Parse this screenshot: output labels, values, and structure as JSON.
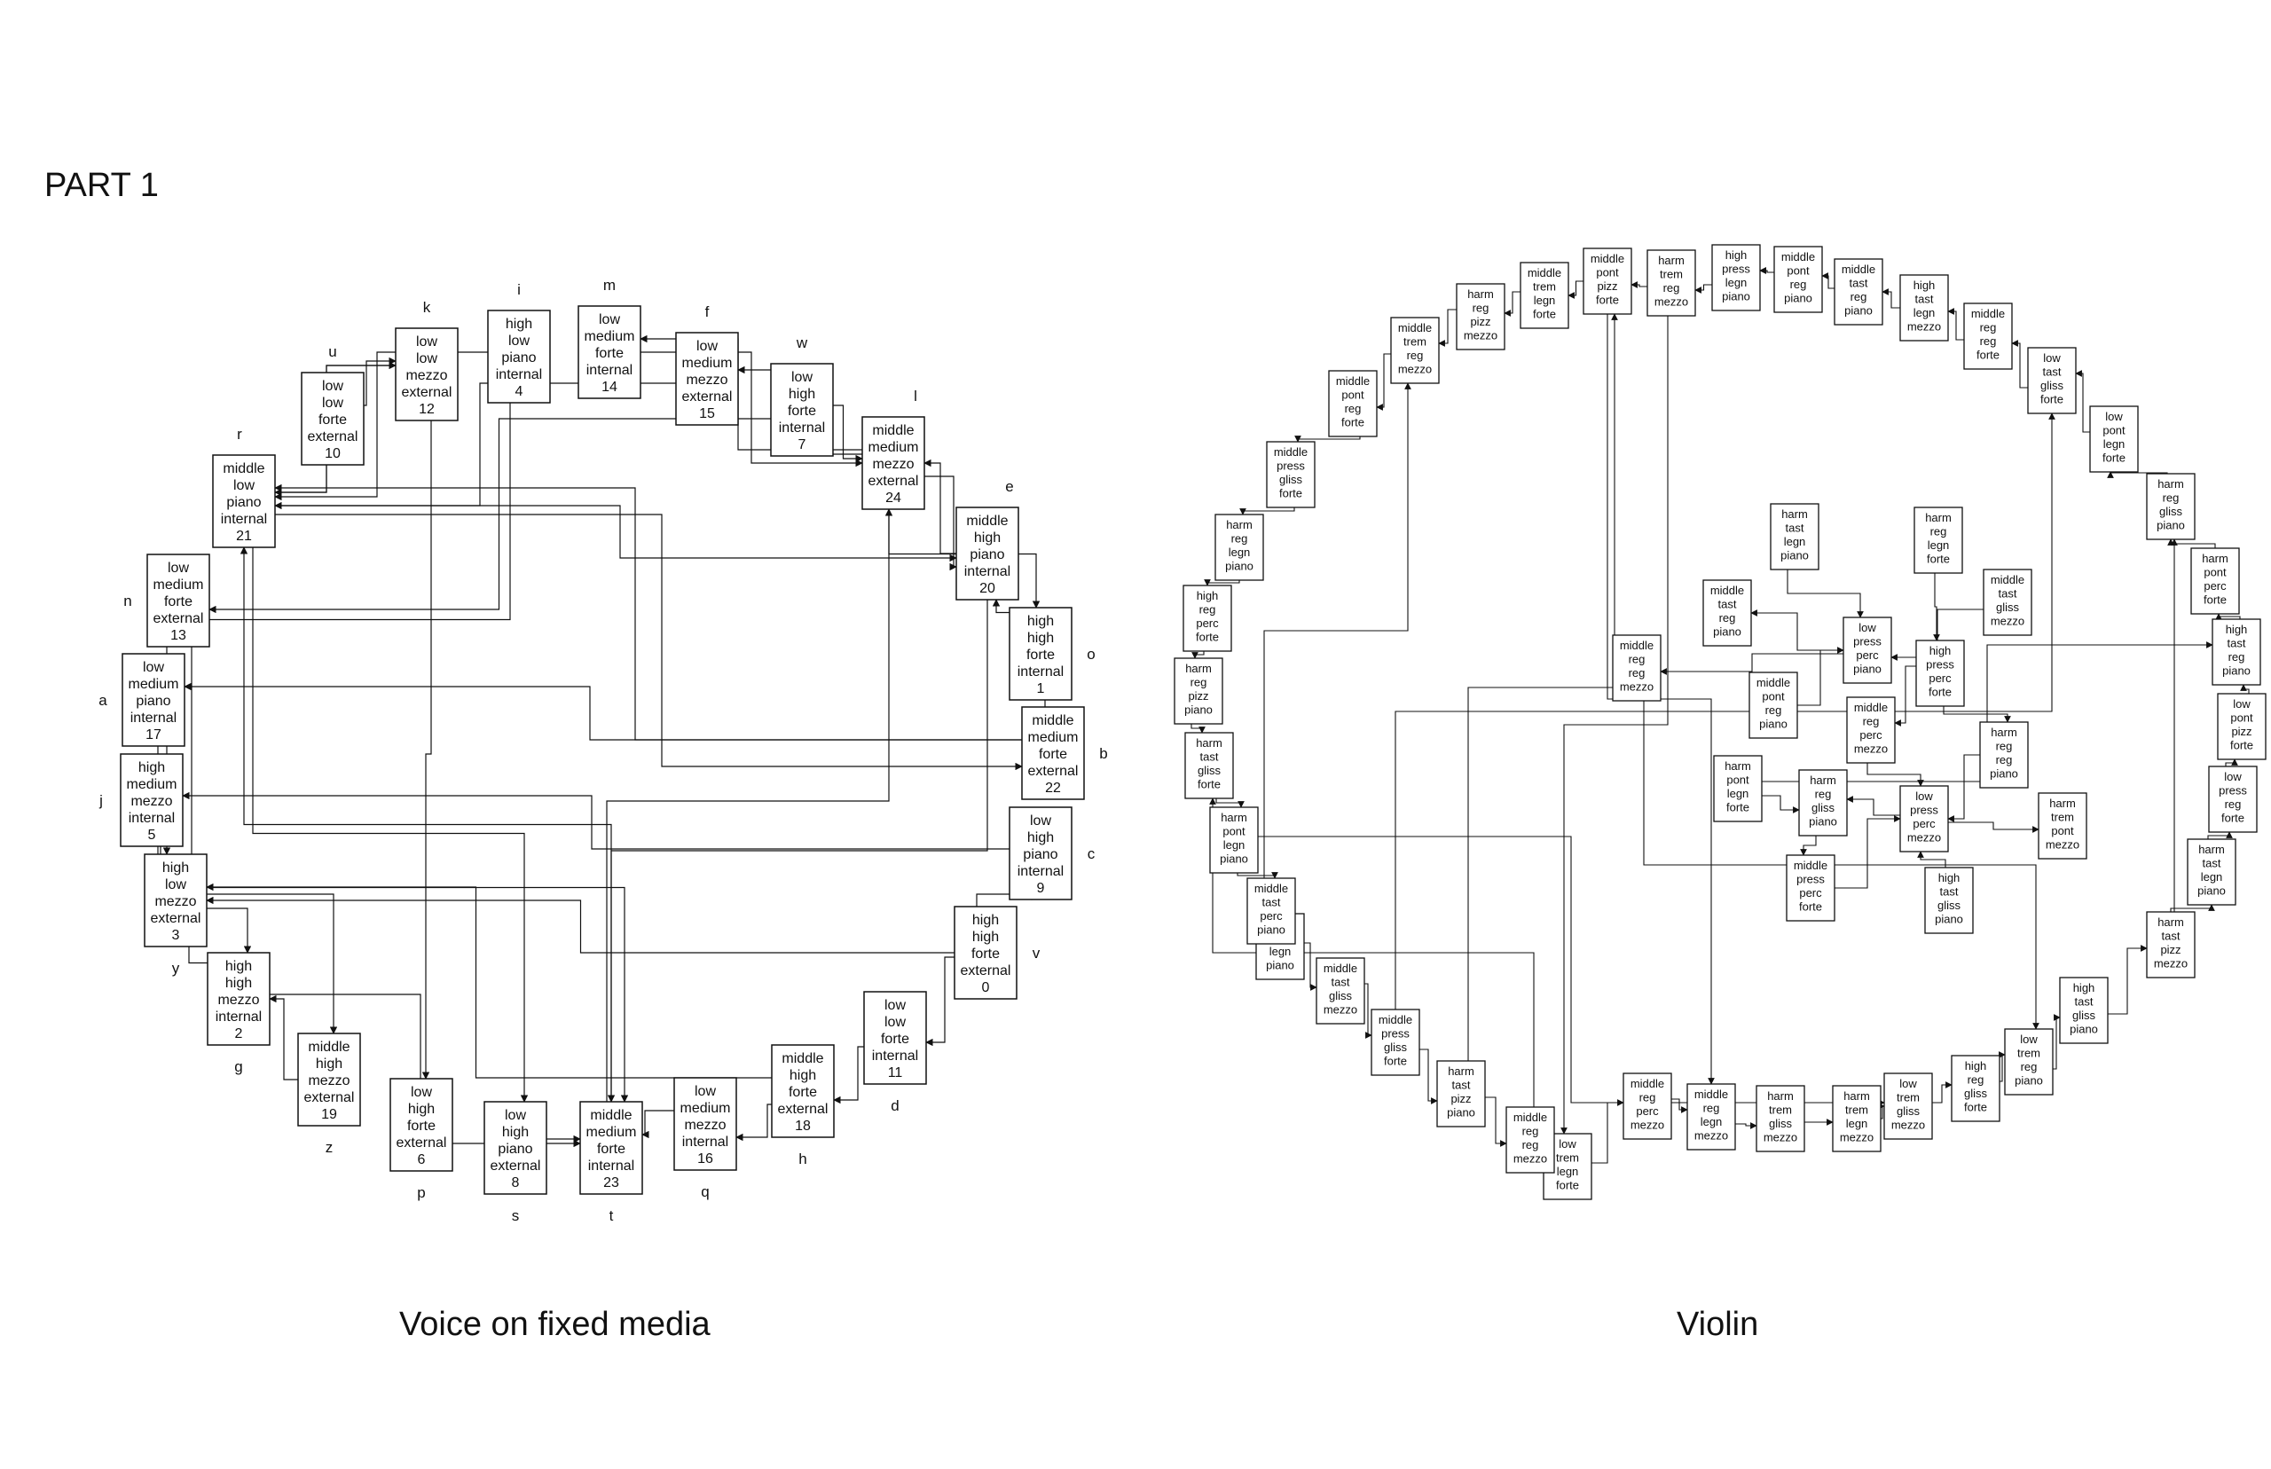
{
  "page_title": "PART 1",
  "voice_caption": "Voice on fixed media",
  "violin_caption": "Violin",
  "voice_nodes": [
    {
      "id": "u",
      "lines": [
        "low",
        "low",
        "forte",
        "external",
        "10"
      ]
    },
    {
      "id": "k",
      "lines": [
        "low",
        "low",
        "mezzo",
        "external",
        "12"
      ]
    },
    {
      "id": "i",
      "lines": [
        "high",
        "low",
        "piano",
        "internal",
        "4"
      ]
    },
    {
      "id": "m",
      "lines": [
        "low",
        "medium",
        "forte",
        "internal",
        "14"
      ]
    },
    {
      "id": "f",
      "lines": [
        "low",
        "medium",
        "mezzo",
        "external",
        "15"
      ]
    },
    {
      "id": "w",
      "lines": [
        "low",
        "high",
        "forte",
        "internal",
        "7"
      ]
    },
    {
      "id": "l",
      "lines": [
        "middle",
        "medium",
        "mezzo",
        "external",
        "24"
      ]
    },
    {
      "id": "r",
      "lines": [
        "middle",
        "low",
        "piano",
        "internal",
        "21"
      ]
    },
    {
      "id": "e",
      "lines": [
        "middle",
        "high",
        "piano",
        "internal",
        "20"
      ]
    },
    {
      "id": "n",
      "lines": [
        "low",
        "medium",
        "forte",
        "external",
        "13"
      ]
    },
    {
      "id": "o",
      "lines": [
        "high",
        "high",
        "forte",
        "internal",
        "1"
      ]
    },
    {
      "id": "a",
      "lines": [
        "low",
        "medium",
        "piano",
        "internal",
        "17"
      ]
    },
    {
      "id": "b",
      "lines": [
        "middle",
        "medium",
        "forte",
        "external",
        "22"
      ]
    },
    {
      "id": "j",
      "lines": [
        "high",
        "medium",
        "mezzo",
        "internal",
        "5"
      ]
    },
    {
      "id": "c",
      "lines": [
        "low",
        "high",
        "piano",
        "internal",
        "9"
      ]
    },
    {
      "id": "y",
      "lines": [
        "high",
        "low",
        "mezzo",
        "external",
        "3"
      ]
    },
    {
      "id": "v",
      "lines": [
        "high",
        "high",
        "forte",
        "external",
        "0"
      ]
    },
    {
      "id": "g",
      "lines": [
        "high",
        "high",
        "mezzo",
        "internal",
        "2"
      ]
    },
    {
      "id": "d",
      "lines": [
        "low",
        "low",
        "forte",
        "internal",
        "11"
      ]
    },
    {
      "id": "z",
      "lines": [
        "middle",
        "high",
        "mezzo",
        "external",
        "19"
      ]
    },
    {
      "id": "h",
      "lines": [
        "middle",
        "high",
        "forte",
        "external",
        "18"
      ]
    },
    {
      "id": "p",
      "lines": [
        "low",
        "high",
        "forte",
        "external",
        "6"
      ]
    },
    {
      "id": "s",
      "lines": [
        "low",
        "high",
        "piano",
        "external",
        "8"
      ]
    },
    {
      "id": "t",
      "lines": [
        "middle",
        "medium",
        "forte",
        "internal",
        "23"
      ]
    },
    {
      "id": "q",
      "lines": [
        "low",
        "medium",
        "mezzo",
        "internal",
        "16"
      ]
    }
  ],
  "violin_outer_nodes": [
    [
      "middle",
      "trem",
      "reg",
      "mezzo"
    ],
    [
      "harm",
      "reg",
      "pizz",
      "mezzo"
    ],
    [
      "middle",
      "trem",
      "legn",
      "forte"
    ],
    [
      "middle",
      "pont",
      "pizz",
      "forte"
    ],
    [
      "harm",
      "trem",
      "reg",
      "mezzo"
    ],
    [
      "high",
      "press",
      "legn",
      "piano"
    ],
    [
      "middle",
      "pont",
      "reg",
      "piano"
    ],
    [
      "middle",
      "tast",
      "reg",
      "piano"
    ],
    [
      "high",
      "tast",
      "legn",
      "mezzo"
    ],
    [
      "middle",
      "reg",
      "reg",
      "forte"
    ],
    [
      "low",
      "tast",
      "gliss",
      "forte"
    ],
    [
      "low",
      "pont",
      "legn",
      "forte"
    ],
    [
      "harm",
      "reg",
      "gliss",
      "piano"
    ],
    [
      "harm",
      "pont",
      "perc",
      "forte"
    ],
    [
      "high",
      "tast",
      "reg",
      "piano"
    ],
    [
      "low",
      "pont",
      "pizz",
      "forte"
    ],
    [
      "low",
      "press",
      "reg",
      "forte"
    ],
    [
      "harm",
      "tast",
      "legn",
      "piano"
    ],
    [
      "harm",
      "tast",
      "pizz",
      "mezzo"
    ],
    [
      "high",
      "tast",
      "gliss",
      "piano"
    ],
    [
      "low",
      "trem",
      "reg",
      "piano"
    ],
    [
      "high",
      "reg",
      "gliss",
      "forte"
    ],
    [
      "low",
      "trem",
      "gliss",
      "mezzo"
    ],
    [
      "harm",
      "trem",
      "legn",
      "mezzo"
    ],
    [
      "harm",
      "trem",
      "gliss",
      "mezzo"
    ],
    [
      "middle",
      "reg",
      "legn",
      "mezzo"
    ],
    [
      "middle",
      "reg",
      "perc",
      "mezzo"
    ],
    [
      "low",
      "trem",
      "legn",
      "forte"
    ],
    [
      "middle",
      "reg",
      "reg",
      "mezzo"
    ],
    [
      "harm",
      "tast",
      "pizz",
      "piano"
    ],
    [
      "middle",
      "press",
      "gliss",
      "forte"
    ],
    [
      "middle",
      "tast",
      "gliss",
      "mezzo"
    ],
    [
      "low",
      "press",
      "legn",
      "piano"
    ],
    [
      "middle",
      "tast",
      "perc",
      "piano"
    ],
    [
      "harm",
      "pont",
      "legn",
      "piano"
    ],
    [
      "harm",
      "tast",
      "gliss",
      "forte"
    ],
    [
      "harm",
      "reg",
      "pizz",
      "piano"
    ],
    [
      "high",
      "reg",
      "perc",
      "forte"
    ],
    [
      "harm",
      "reg",
      "legn",
      "piano"
    ],
    [
      "middle",
      "press",
      "gliss",
      "forte"
    ],
    [
      "middle",
      "pont",
      "reg",
      "forte"
    ]
  ],
  "violin_inner_nodes": [
    [
      "harm",
      "tast",
      "legn",
      "piano"
    ],
    [
      "harm",
      "reg",
      "legn",
      "forte"
    ],
    [
      "middle",
      "tast",
      "reg",
      "piano"
    ],
    [
      "middle",
      "tast",
      "gliss",
      "mezzo"
    ],
    [
      "low",
      "press",
      "perc",
      "piano"
    ],
    [
      "middle",
      "reg",
      "reg",
      "mezzo"
    ],
    [
      "high",
      "press",
      "perc",
      "forte"
    ],
    [
      "middle",
      "pont",
      "reg",
      "piano"
    ],
    [
      "middle",
      "reg",
      "perc",
      "mezzo"
    ],
    [
      "harm",
      "reg",
      "reg",
      "piano"
    ],
    [
      "harm",
      "pont",
      "legn",
      "forte"
    ],
    [
      "harm",
      "reg",
      "gliss",
      "piano"
    ],
    [
      "low",
      "press",
      "perc",
      "mezzo"
    ],
    [
      "harm",
      "trem",
      "pont",
      "mezzo"
    ],
    [
      "middle",
      "press",
      "perc",
      "forte"
    ],
    [
      "high",
      "tast",
      "gliss",
      "piano"
    ]
  ]
}
